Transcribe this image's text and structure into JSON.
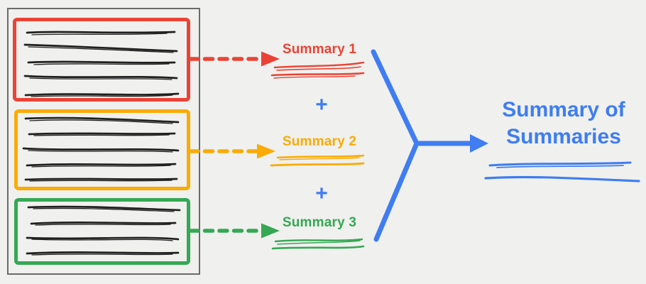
{
  "diagram": {
    "title": "Summary of Summaries",
    "plus_operator": "+",
    "document": {
      "sections": [
        {
          "name": "section-1",
          "color_key": "red",
          "text_line_count": 5
        },
        {
          "name": "section-2",
          "color_key": "orange",
          "text_line_count": 5
        },
        {
          "name": "section-3",
          "color_key": "green",
          "text_line_count": 4
        }
      ]
    },
    "summaries": [
      {
        "label": "Summary 1",
        "color_key": "red"
      },
      {
        "label": "Summary 2",
        "color_key": "orange"
      },
      {
        "label": "Summary 3",
        "color_key": "green"
      }
    ]
  },
  "colors": {
    "red": "#EA4335",
    "orange": "#FAAB05",
    "green": "#34A853",
    "blue": "#3F7DF0",
    "ink": "#202020",
    "doc-border": "#6a6a6a",
    "background": "#F0F0EE"
  }
}
